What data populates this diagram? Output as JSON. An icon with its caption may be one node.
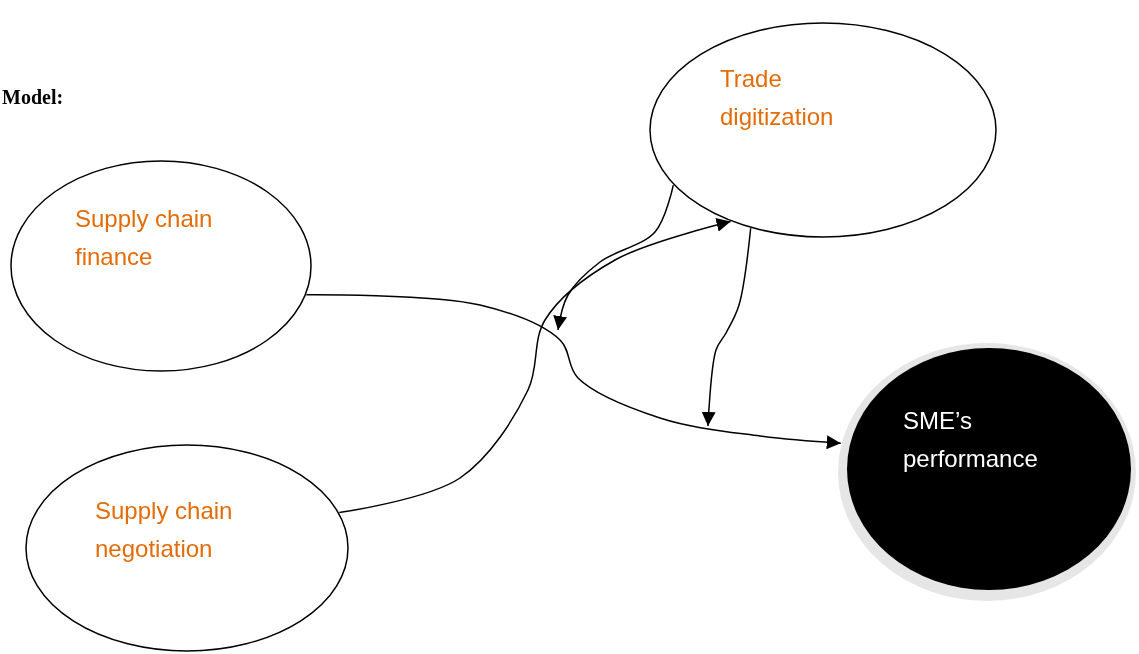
{
  "diagram": {
    "nodes": [
      {
        "text": [
          "Trade digitization"
        ]
      },
      {
        "text": [
          "Supply chain finance"
        ]
      },
      {
        "text": [
          "Supply chain negotiation"
        ]
      },
      {
        "text": [
          "SME’s performance"
        ]
      }
    ],
    "edges": [
      {
        "from": 1,
        "to": 3,
        "arrow": "to"
      },
      {
        "from": 2,
        "to": 0,
        "arrow": "to"
      },
      {
        "from": 0,
        "to": null,
        "arrow": "to"
      },
      {
        "from": 0,
        "to": null,
        "arrow": "to"
      }
    ],
    "labels": [
      "Model:"
    ]
  }
}
